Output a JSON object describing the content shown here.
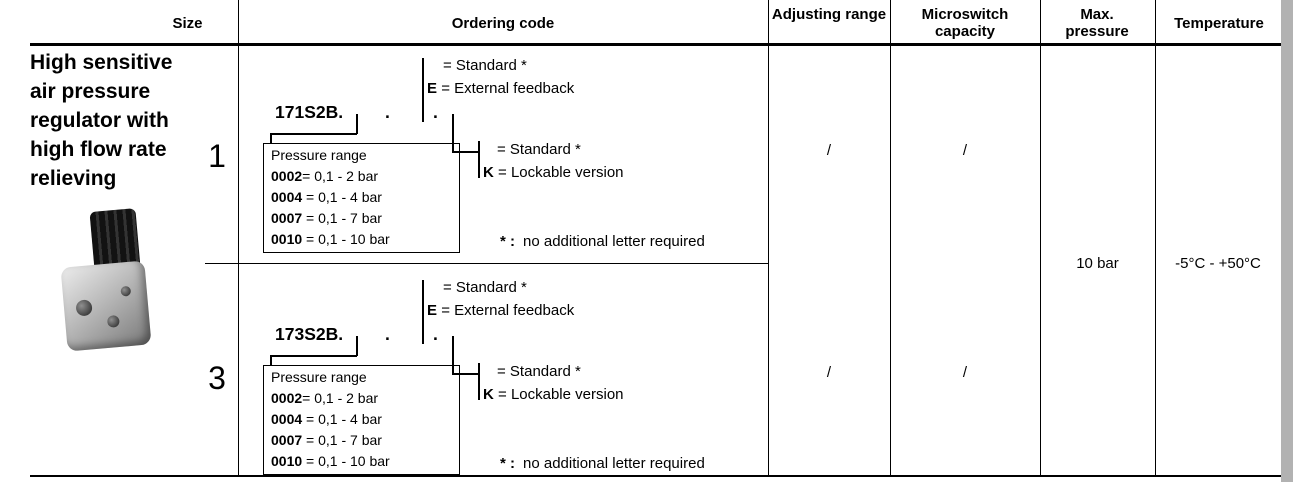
{
  "headers": {
    "size": "Size",
    "ordering_code": "Ordering code",
    "adjusting_range": "Adjusting range",
    "microswitch_capacity": "Microswitch capacity",
    "max_pressure": "Max. pressure",
    "temperature": "Temperature"
  },
  "product": {
    "description_lines": [
      "High sensitive",
      "air pressure",
      "regulator with",
      "high flow rate",
      "relieving"
    ]
  },
  "rows": [
    {
      "size": "1",
      "code": "171S2B.",
      "separator_dots": [
        ".",
        "."
      ],
      "feedback": {
        "standard_label": "= Standard *",
        "option_key": "E",
        "option_label": "= External feedback"
      },
      "pressure_range": {
        "title": "Pressure range",
        "options": [
          {
            "code": "0002",
            "label": "= 0,1 - 2 bar"
          },
          {
            "code": "0004",
            "label": " = 0,1 - 4 bar"
          },
          {
            "code": "0007",
            "label": " = 0,1 - 7 bar"
          },
          {
            "code": "0010",
            "label": " = 0,1 - 10 bar"
          }
        ]
      },
      "locking": {
        "standard_label": "= Standard *",
        "option_key": "K",
        "option_label": "= Lockable version"
      },
      "footnote_star": "* :",
      "footnote_text": "no additional letter required",
      "adjusting_range": "/",
      "microswitch_capacity": "/"
    },
    {
      "size": "3",
      "code": "173S2B.",
      "separator_dots": [
        ".",
        "."
      ],
      "feedback": {
        "standard_label": "= Standard *",
        "option_key": "E",
        "option_label": "= External feedback"
      },
      "pressure_range": {
        "title": "Pressure range",
        "options": [
          {
            "code": "0002",
            "label": "= 0,1 - 2 bar"
          },
          {
            "code": "0004",
            "label": " = 0,1 - 4 bar"
          },
          {
            "code": "0007",
            "label": " = 0,1 - 7 bar"
          },
          {
            "code": "0010",
            "label": " = 0,1 - 10 bar"
          }
        ]
      },
      "locking": {
        "standard_label": "= Standard *",
        "option_key": "K",
        "option_label": "= Lockable version"
      },
      "footnote_star": "* :",
      "footnote_text": "no additional letter required",
      "adjusting_range": "/",
      "microswitch_capacity": "/"
    }
  ],
  "shared": {
    "max_pressure": "10 bar",
    "temperature": "-5°C - +50°C"
  }
}
